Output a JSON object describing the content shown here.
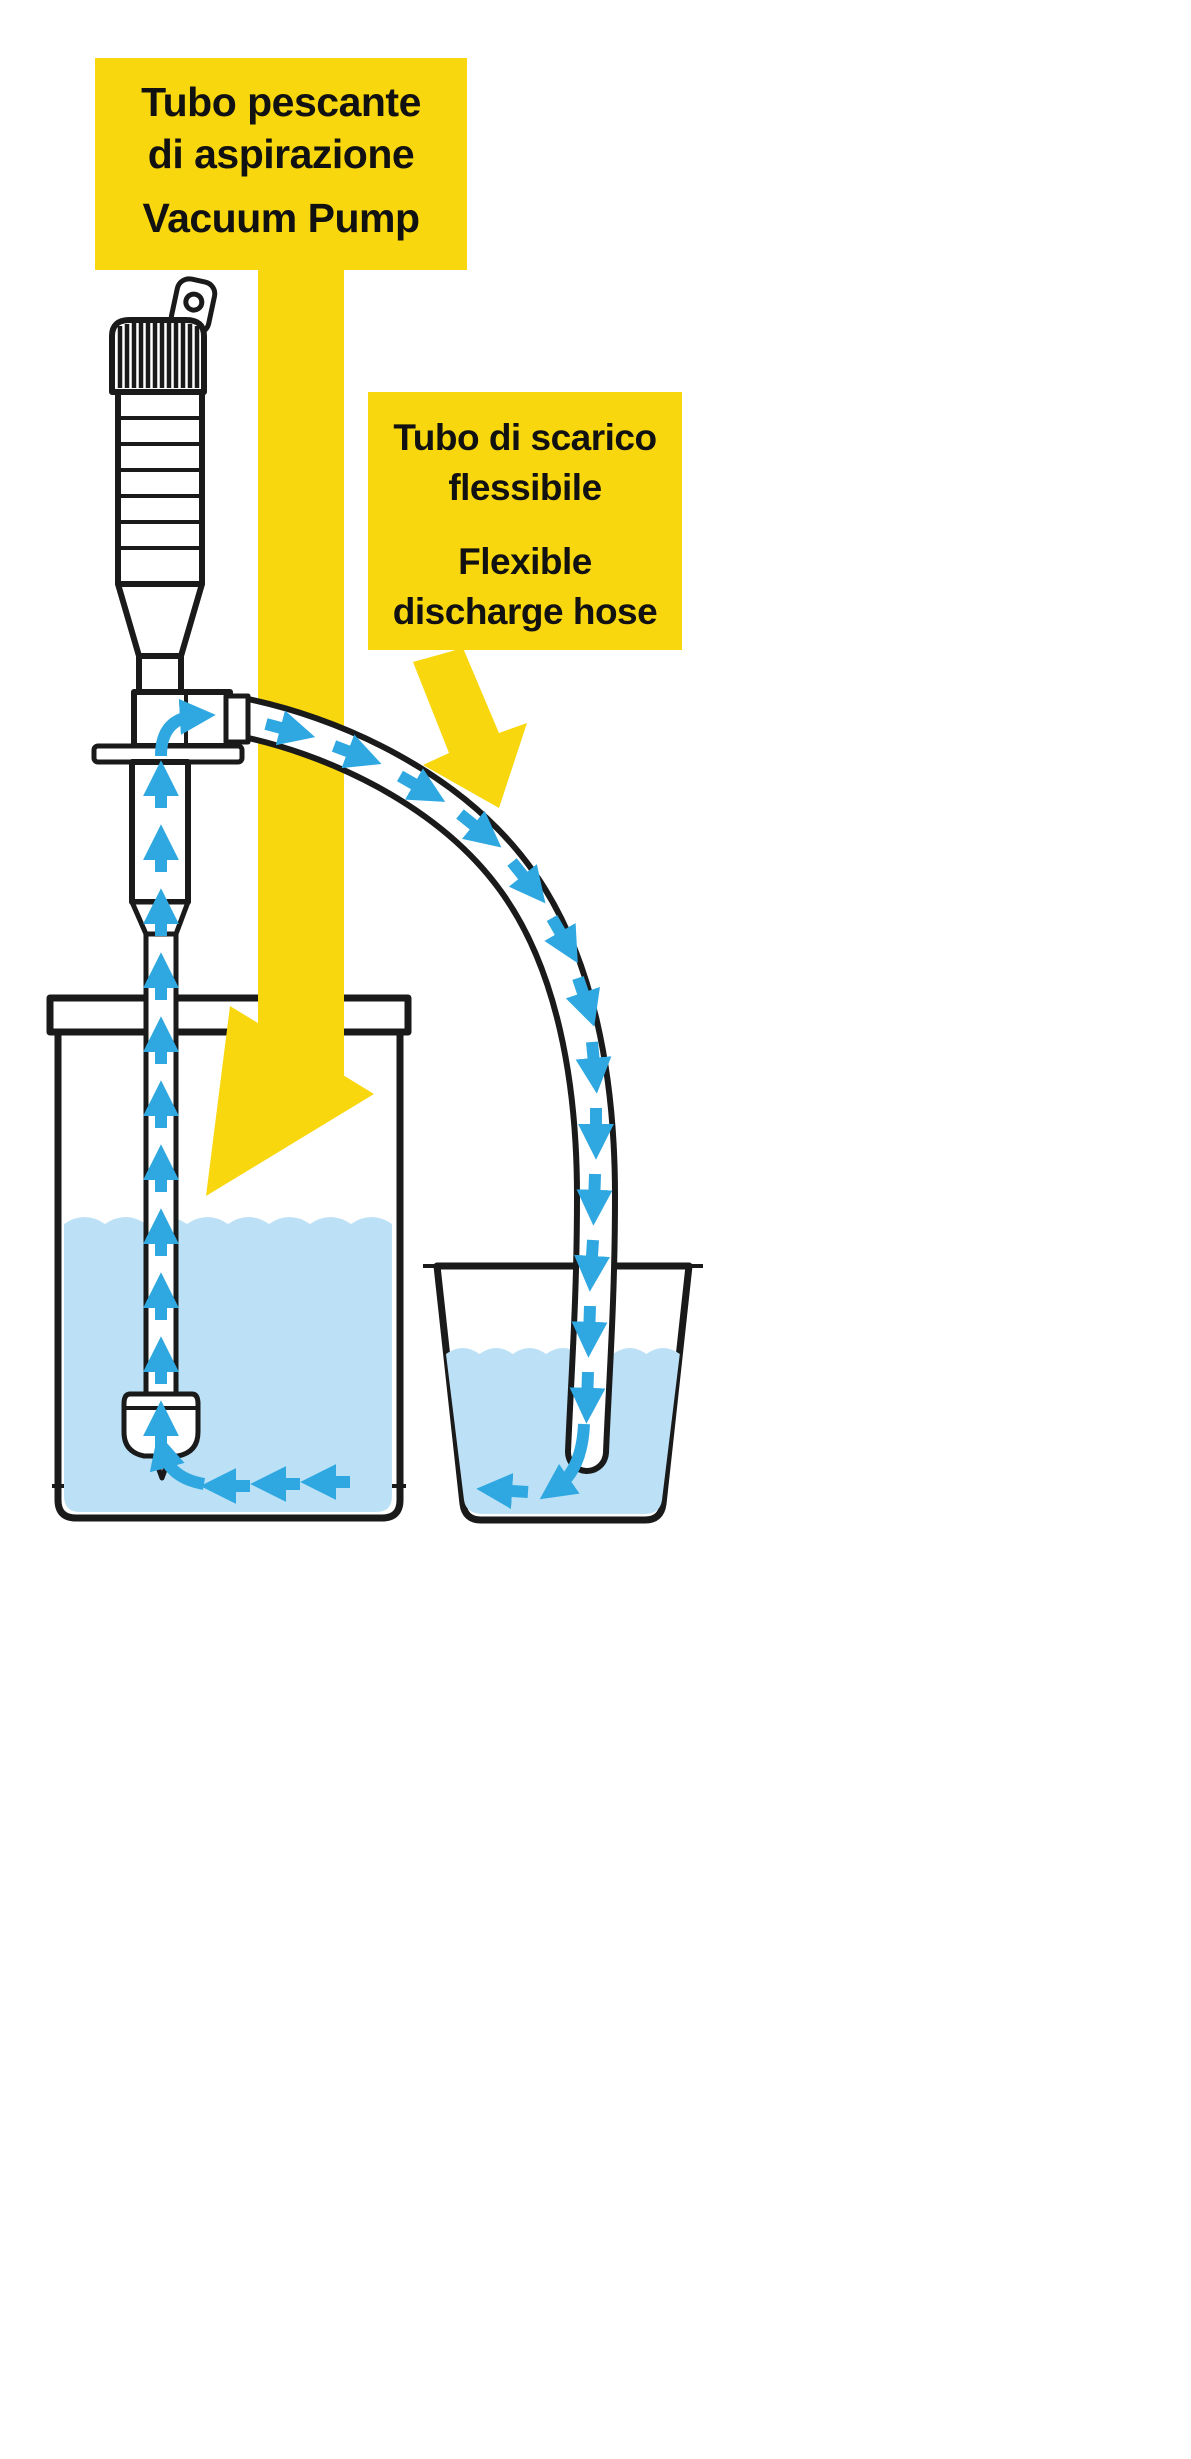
{
  "labels": {
    "suction_pump": {
      "line1": "Tubo pescante",
      "line2": "di aspirazione",
      "line3": "Vacuum Pump"
    },
    "discharge_hose": {
      "line1": "Tubo di scarico",
      "line2": "flessibile",
      "line3": "Flexible",
      "line4": "discharge hose"
    }
  },
  "colors": {
    "label_background": "#F8D70E",
    "callout_arrow": "#F8D70E",
    "flow_arrow": "#2FA8E1",
    "liquid": "#BCE1F6",
    "outline": "#1A1A1A",
    "background": "#FFFFFF"
  }
}
